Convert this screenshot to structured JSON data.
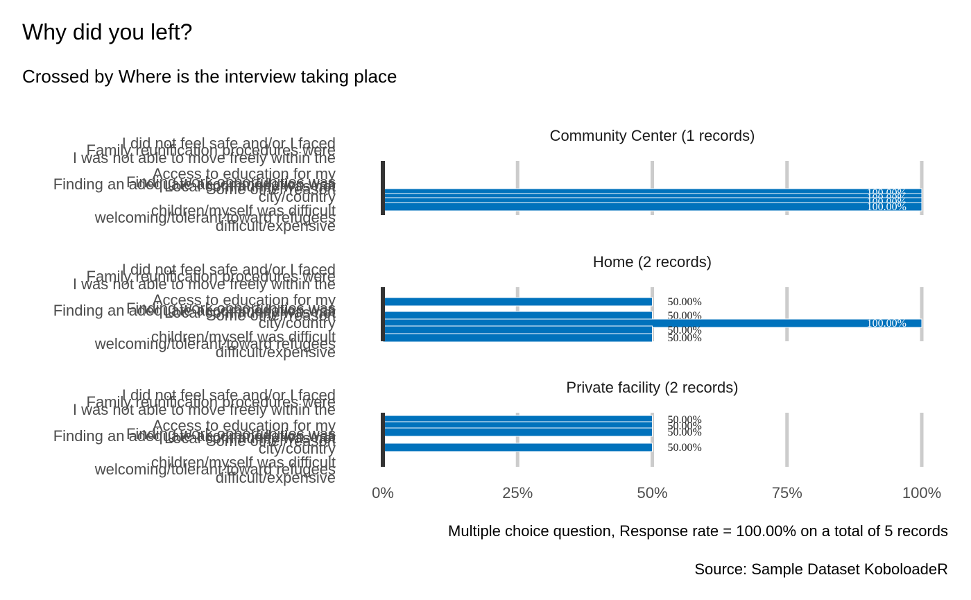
{
  "chart_data": {
    "type": "bar",
    "orientation": "horizontal",
    "title": "Why did you left?",
    "subtitle": "Crossed by Where is the interview taking place",
    "xlim": [
      0,
      1
    ],
    "x_ticks": [
      {
        "value": 0,
        "label": "0%"
      },
      {
        "value": 0.25,
        "label": "25%"
      },
      {
        "value": 0.5,
        "label": "50%"
      },
      {
        "value": 0.75,
        "label": "75%"
      },
      {
        "value": 1,
        "label": "100%"
      }
    ],
    "grid": true,
    "bar_color": "#0072bc",
    "grid_color": "#cccccc",
    "axis_color": "#333333",
    "categories": [
      [
        "I did not feel safe and/or I faced"
      ],
      [
        "Family reunification procedures were"
      ],
      [
        "I was not able to move freely within the"
      ],
      [
        "Access to education for my"
      ],
      [
        "Finding work opportunities was"
      ],
      [
        "Finding an adequate accommodation was"
      ],
      [
        "Local community was not"
      ],
      [
        "Some other reason"
      ],
      [
        "city/country"
      ],
      [
        "children/myself was difficult"
      ],
      [
        "welcoming/tolerant toward refugees"
      ],
      [
        "difficult/expensive"
      ]
    ],
    "facets": [
      {
        "title": "Community Center (1 records)",
        "bars": [
          {
            "value": 1.0,
            "label": "100.00%"
          },
          {
            "value": 1.0,
            "label": "100.00%"
          },
          {
            "value": 1.0,
            "label": "100.00%"
          },
          {
            "value": 1.0,
            "label": "100.00%"
          }
        ]
      },
      {
        "title": "Home (2 records)",
        "bars": [
          {
            "value": 0.5,
            "label": "50.00%"
          },
          {
            "value": 0.5,
            "label": "50.00%"
          },
          {
            "value": 1.0,
            "label": "100.00%"
          },
          {
            "value": 0.5,
            "label": "50.00%"
          },
          {
            "value": 0.5,
            "label": "50.00%"
          }
        ]
      },
      {
        "title": "Private facility (2 records)",
        "bars": [
          {
            "value": 0.5,
            "label": "50.00%"
          },
          {
            "value": 0.5,
            "label": "50.00%"
          },
          {
            "value": 0.5,
            "label": "50.00%"
          },
          {
            "value": 0.5,
            "label": "50.00%"
          }
        ]
      }
    ],
    "caption": "Multiple choice question, Response rate = 100.00% on a total of 5 records",
    "source": "Source: Sample Dataset KoboloadeR"
  }
}
